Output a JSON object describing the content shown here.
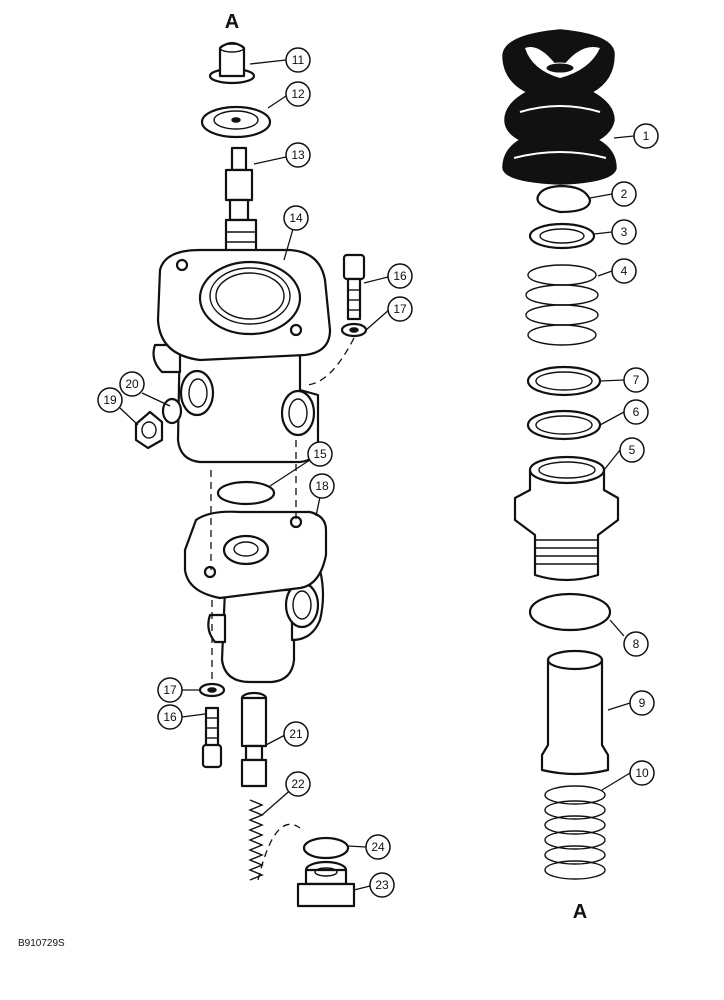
{
  "figure_code": "B910729S",
  "top_marker": "A",
  "bottom_marker": "A",
  "callouts": [
    "1",
    "2",
    "3",
    "4",
    "7",
    "6",
    "5",
    "8",
    "9",
    "10",
    "11",
    "12",
    "13",
    "14",
    "16",
    "17",
    "20",
    "19",
    "15",
    "18",
    "17",
    "16",
    "21",
    "22",
    "24",
    "23"
  ]
}
